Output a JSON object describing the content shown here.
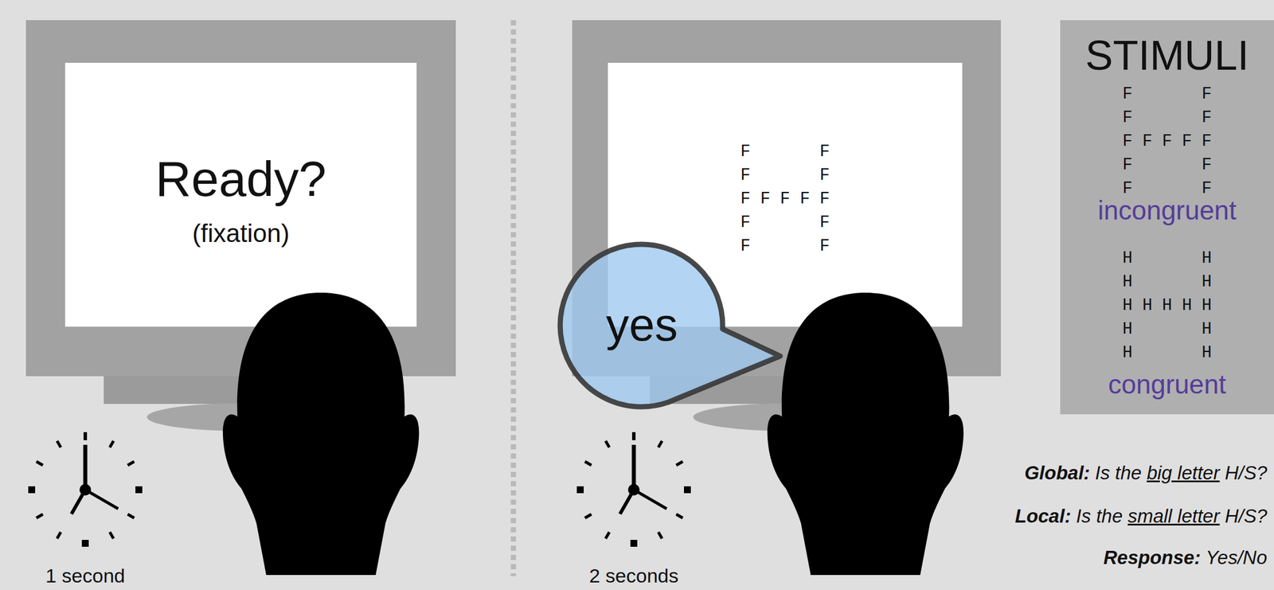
{
  "diagram": {
    "nodes": [
      {
        "text": [
          "Ready?",
          "(fixation)"
        ]
      },
      {
        "text": [
          "F F F F FFFFF F F F F"
        ]
      },
      {
        "text": [
          "yes"
        ]
      },
      {
        "text": [
          "STIMULI",
          "F F F F FFFFF F F F F",
          "incongruent",
          "H H H H HHHHH H H H H",
          "congruent"
        ]
      }
    ],
    "labels": [
      "1 second",
      "2 seconds",
      "Global:",
      "Is the",
      "big letter",
      "H/S?",
      "Local:",
      "Is the",
      "small letter",
      "H/S?",
      "Response:",
      "Yes/No"
    ]
  }
}
